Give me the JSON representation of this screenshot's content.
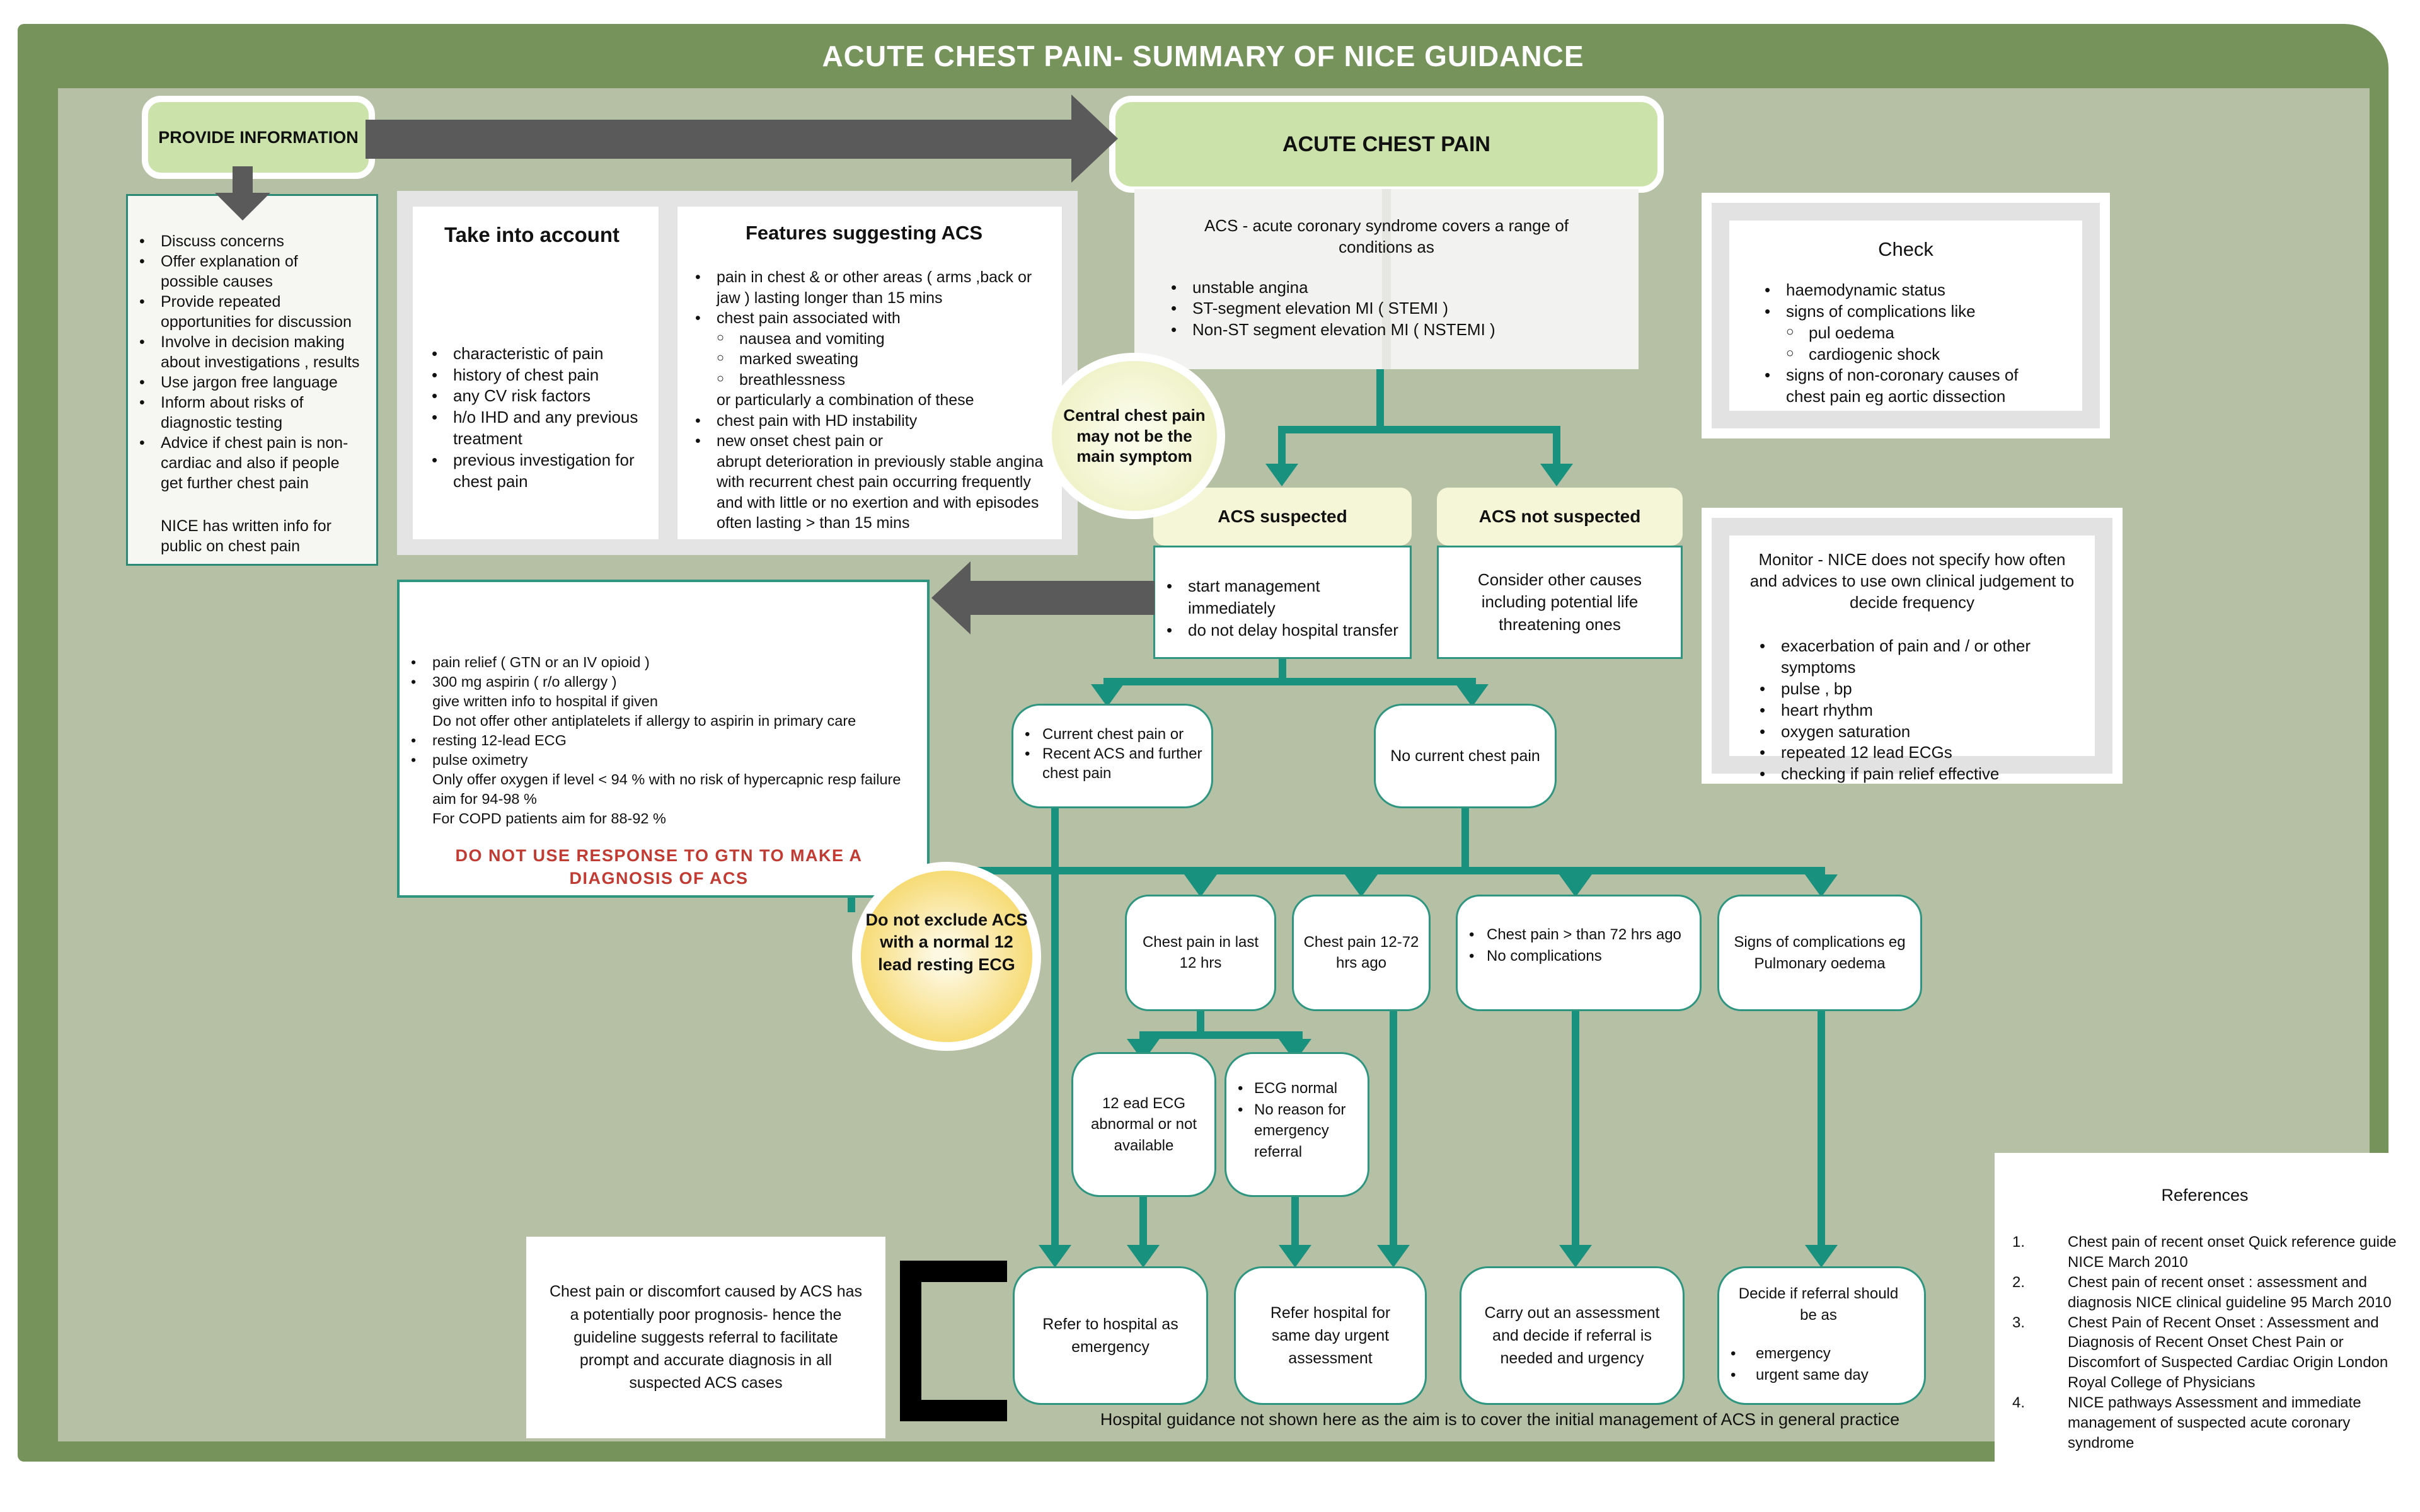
{
  "header": {
    "title": "ACUTE CHEST PAIN- SUMMARY OF NICE GUIDANCE"
  },
  "colors": {
    "frame_green": "#75935B",
    "background_sage": "#B6C0A5",
    "accent_teal": "#19917F",
    "light_green": "#CBE2AB",
    "cream": "#F5F5D8",
    "warning_red": "#C23B32",
    "arrow_gray": "#5A5A5A"
  },
  "provide_info": {
    "label": "PROVIDE INFORMATION"
  },
  "patient_info": {
    "bullets": [
      "Discuss concerns",
      "Offer explanation of possible causes",
      "Provide repeated opportunities for discussion",
      "Involve in decision making about investigations , results",
      "Use jargon free language",
      "Inform about risks of diagnostic testing",
      "Advice if chest pain is non-cardiac  and also if people get further chest pain"
    ],
    "note": "NICE has written info for public on chest pain"
  },
  "take_into_account": {
    "title": "Take into account",
    "bullets": [
      "characteristic of pain",
      "history of chest pain",
      "any CV risk factors",
      "h/o IHD and any previous treatment",
      "previous investigation for chest pain"
    ]
  },
  "features_acs": {
    "title": "Features suggesting ACS",
    "lines": [
      "pain in chest & or other areas ( arms ,back or jaw ) lasting longer than 15 mins",
      "chest pain associated with",
      "nausea and vomiting",
      "marked sweating",
      "breathlessness",
      "or particularly a combination of these",
      "chest pain with HD instability",
      "new onset chest pain or",
      "abrupt deterioration in previously stable angina with recurrent chest pain occurring frequently and with little or no exertion and with episodes often lasting > than 15 mins"
    ]
  },
  "acute_chest_pain": {
    "label": "ACUTE CHEST PAIN"
  },
  "acs_definition": {
    "intro": "ACS - acute coronary syndrome covers a range of conditions as",
    "bullets": [
      "unstable angina",
      "ST-segment elevation MI ( STEMI )",
      "Non-ST segment elevation MI ( NSTEMI )"
    ]
  },
  "check": {
    "title": "Check",
    "lines": [
      "haemodynamic status",
      "signs of complications like",
      "pul oedema",
      "cardiogenic shock",
      "signs of non-coronary causes of chest pain eg aortic dissection"
    ]
  },
  "central_note": {
    "text": "Central chest pain may not be the main symptom"
  },
  "acs_suspected": {
    "title": "ACS suspected",
    "bullets": [
      "start management immediately",
      "do not delay hospital transfer"
    ]
  },
  "acs_not_suspected": {
    "title": "ACS not suspected",
    "body": "Consider other causes including potential life threatening ones"
  },
  "monitor": {
    "title": "Monitor - NICE does not specify how often and advices to use own clinical judgement to decide frequency",
    "bullets": [
      "exacerbation of pain and / or other symptoms",
      "pulse , bp",
      "heart rhythm",
      "oxygen saturation",
      "repeated 12 lead ECGs",
      "checking if pain relief effective"
    ]
  },
  "management": {
    "lines": [
      "pain relief ( GTN or an IV opioid )",
      "300 mg aspirin ( r/o allergy )",
      "give written info to hospital if given",
      "Do not offer other antiplatelets if allergy to aspirin in primary care",
      "resting 12-lead ECG",
      "pulse oximetry",
      "Only offer oxygen if level < 94 % with no risk of hypercapnic resp failure",
      "aim for 94-98 %",
      "For COPD patients aim for 88-92 %"
    ],
    "warning": "DO NOT USE RESPONSE TO GTN TO MAKE A DIAGNOSIS OF ACS"
  },
  "current_pain": {
    "bullets": [
      "Current chest pain or",
      "Recent ACS and further chest pain"
    ]
  },
  "no_current_pain": {
    "label": "No current chest pain"
  },
  "ecg_note": {
    "text": "Do not exclude ACS with a normal 12 lead resting ECG"
  },
  "pathways": {
    "recent12": "Chest pain in last 12 hrs",
    "h12_72": "Chest pain 12-72 hrs ago",
    "over72": {
      "bullets": [
        "Chest pain > than 72 hrs ago",
        "No complications"
      ]
    },
    "complications": "Signs of complications eg Pulmonary oedema"
  },
  "ecg": {
    "abnormal": "12 ead ECG abnormal or not available",
    "normal_bullets": [
      "ECG normal",
      "No reason for emergency referral"
    ]
  },
  "outcomes": {
    "emergency": "Refer to hospital as emergency",
    "same_day": "Refer hospital for same day urgent assessment",
    "assessment": "Carry out an assessment and decide if referral is needed and urgency",
    "decide": {
      "head": "Decide if referral should be as",
      "bullets": [
        "emergency",
        "urgent same day"
      ]
    }
  },
  "prognosis": {
    "text": "Chest pain or discomfort caused by ACS has a potentially poor prognosis- hence the guideline suggests referral to facilitate prompt and accurate diagnosis in all suspected ACS cases"
  },
  "footer": {
    "note": "Hospital guidance not shown here as the aim is to cover the initial management of ACS in general practice"
  },
  "references": {
    "title": "References",
    "items": [
      "Chest pain of recent onset Quick reference guide NICE March 2010",
      "Chest pain of recent onset : assessment and diagnosis NICE clinical guideline 95 March 2010",
      "Chest Pain of Recent Onset : Assessment and Diagnosis of Recent Onset Chest Pain or Discomfort of Suspected Cardiac Origin London Royal College of Physicians",
      "NICE pathways Assessment and immediate management of suspected acute coronary syndrome"
    ]
  }
}
